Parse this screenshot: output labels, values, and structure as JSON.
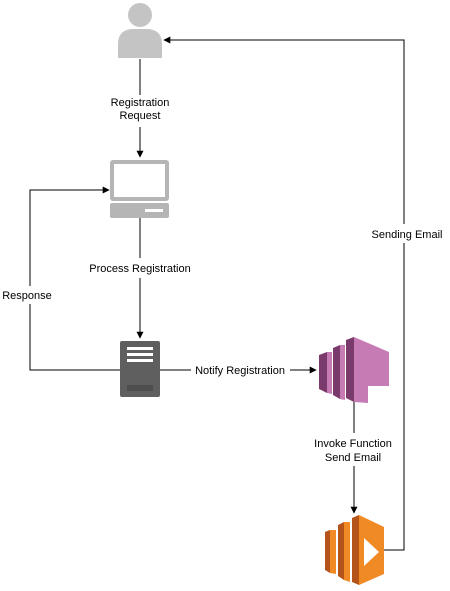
{
  "labels": {
    "registration_request_line1": "Registration",
    "registration_request_line2": "Request",
    "process_registration": "Process Registration",
    "response": "Response",
    "notify_registration": "Notify Registration",
    "invoke_function_line1": "Invoke Function",
    "invoke_function_line2": "Send Email",
    "sending_email": "Sending Email"
  },
  "nodes": {
    "user": {
      "icon": "user-icon"
    },
    "client": {
      "icon": "laptop-icon"
    },
    "server": {
      "icon": "server-icon"
    },
    "queue": {
      "icon": "aws-sqs-icon"
    },
    "function": {
      "icon": "aws-lambda-icon"
    }
  },
  "colors": {
    "user": "#c4c4c4",
    "laptop": "#b5b5b5",
    "server": "#5f5f5f",
    "sqs_light": "#c67bb4",
    "sqs_dark": "#7a3a6b",
    "lambda_light": "#f08a24",
    "lambda_dark": "#b4541a",
    "edge": "#000000"
  }
}
